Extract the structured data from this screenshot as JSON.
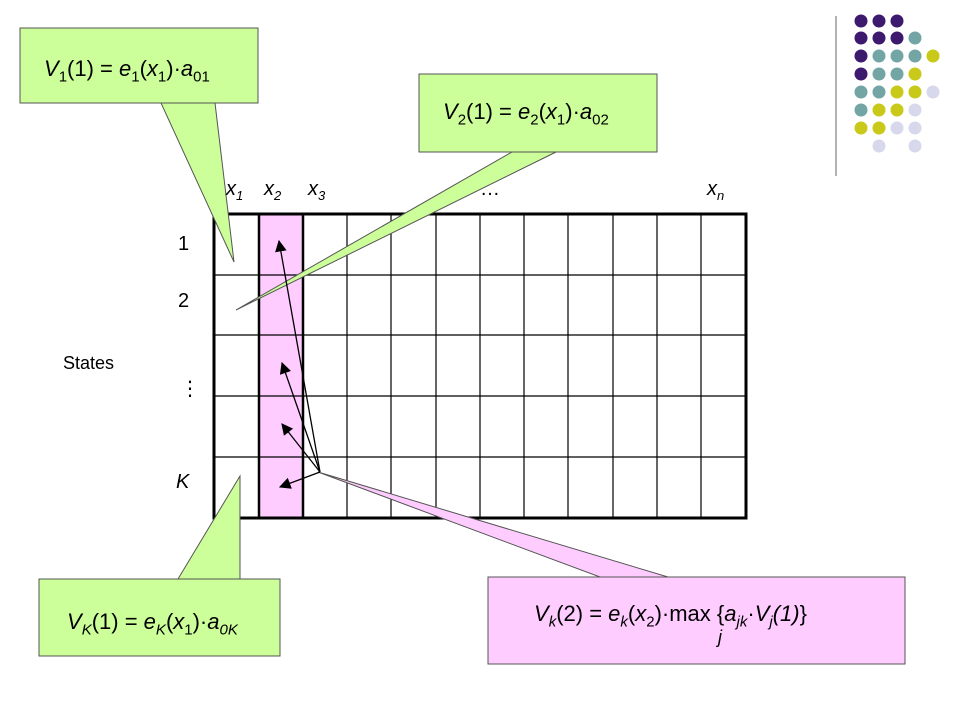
{
  "columns": {
    "x1": {
      "base": "x",
      "sub": "1"
    },
    "x2": {
      "base": "x",
      "sub": "2"
    },
    "x3": {
      "base": "x",
      "sub": "3"
    },
    "ellipsis": "…",
    "xn": {
      "base": "x",
      "sub": "n"
    }
  },
  "rows": {
    "r1": "1",
    "r2": "2",
    "dots": "⋮",
    "rk": "K"
  },
  "states_label": "States",
  "callouts": {
    "v1": {
      "V": "V",
      "vsub": "1",
      "arg": "(1) = ",
      "e": "e",
      "esub": "1",
      "x": "(x",
      "xsub": "1",
      "close": ")·",
      "a": "a",
      "asub": "01"
    },
    "v2": {
      "V": "V",
      "vsub": "2",
      "arg": "(1) = ",
      "e": "e",
      "esub": "2",
      "x": "(x",
      "xsub": "1",
      "close": ")·",
      "a": "a",
      "asub": "02"
    },
    "vk": {
      "V": "V",
      "vsub": "K",
      "arg": "(1) = ",
      "e": "e",
      "esub": "K",
      "x": "(x",
      "xsub": "1",
      "close": ")·",
      "a": "a",
      "asub": "0K"
    },
    "vk2": {
      "V": "V",
      "vsub": "k",
      "arg": "(2) = ",
      "e": "e",
      "esub": "k",
      "x": "(x",
      "xsub": "2",
      "close": ")·",
      "max": "max",
      "j": "j",
      "brace_open": " {",
      "a": "a",
      "asub": "jk",
      "dot": "·",
      "V2": "V",
      "v2sub": "j",
      "one": "(1)",
      "brace_close": "}"
    }
  },
  "colors": {
    "callout_green": "#ccff99",
    "callout_pink": "#ffccff",
    "highlight_pink": "#ffccff",
    "dot_purple": "#3d1a6e",
    "dot_teal": "#74a5a5",
    "dot_yellow": "#c9c91a",
    "dot_lavender": "#d8d8ec"
  }
}
